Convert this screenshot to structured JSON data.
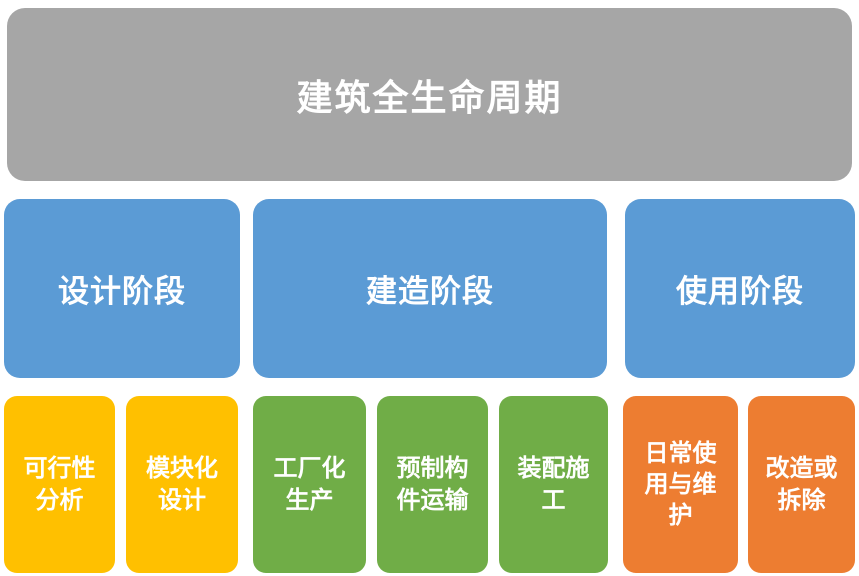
{
  "diagram": {
    "title": {
      "label": "建筑全生命周期",
      "color": "#A6A6A6",
      "text_color": "#FFFFFF"
    },
    "phases": [
      {
        "label": "设计阶段",
        "color": "#5B9BD5",
        "steps": [
          {
            "label": "可行性\n分析",
            "color": "#FFC000"
          },
          {
            "label": "模块化\n设计",
            "color": "#FFC000"
          }
        ]
      },
      {
        "label": "建造阶段",
        "color": "#5B9BD5",
        "steps": [
          {
            "label": "工厂化\n生产",
            "color": "#70AD47"
          },
          {
            "label": "预制构\n件运输",
            "color": "#70AD47"
          },
          {
            "label": "装配施\n工",
            "color": "#70AD47"
          }
        ]
      },
      {
        "label": "使用阶段",
        "color": "#5B9BD5",
        "steps": [
          {
            "label": "日常使\n用与维\n护",
            "color": "#ED7D31"
          },
          {
            "label": "改造或\n拆除",
            "color": "#ED7D31"
          }
        ]
      }
    ]
  }
}
